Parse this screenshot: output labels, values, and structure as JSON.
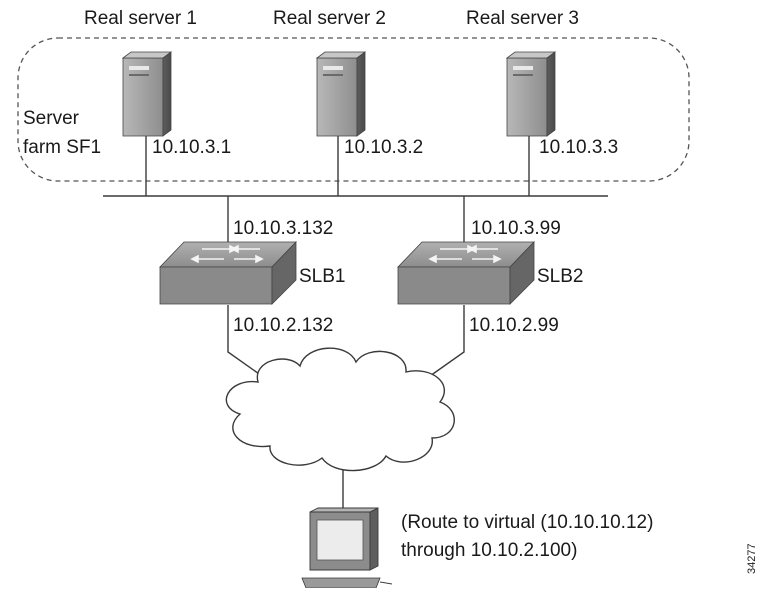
{
  "servers": [
    {
      "name": "Real server 1",
      "ip": "10.10.3.1"
    },
    {
      "name": "Real server 2",
      "ip": "10.10.3.2"
    },
    {
      "name": "Real server 3",
      "ip": "10.10.3.3"
    }
  ],
  "server_farm": {
    "line1": "Server",
    "line2": "farm SF1"
  },
  "slb": [
    {
      "name": "SLB1",
      "ip_top": "10.10.3.132",
      "ip_bottom": "10.10.2.132"
    },
    {
      "name": "SLB2",
      "ip_top": "10.10.3.99",
      "ip_bottom": "10.10.2.99"
    }
  ],
  "client_note": {
    "line1": "(Route to virtual (10.10.10.12)",
    "line2": "through 10.10.2.100)"
  },
  "figure_id": "34277",
  "colors": {
    "line": "#3a3a3a",
    "server_dark": "#5f5f5f",
    "server_mid": "#8a8a8a",
    "server_light": "#b4b4b4",
    "switch_top": "#9b9b9b",
    "switch_front": "#8c8c8c",
    "switch_side": "#6d6d6d"
  }
}
